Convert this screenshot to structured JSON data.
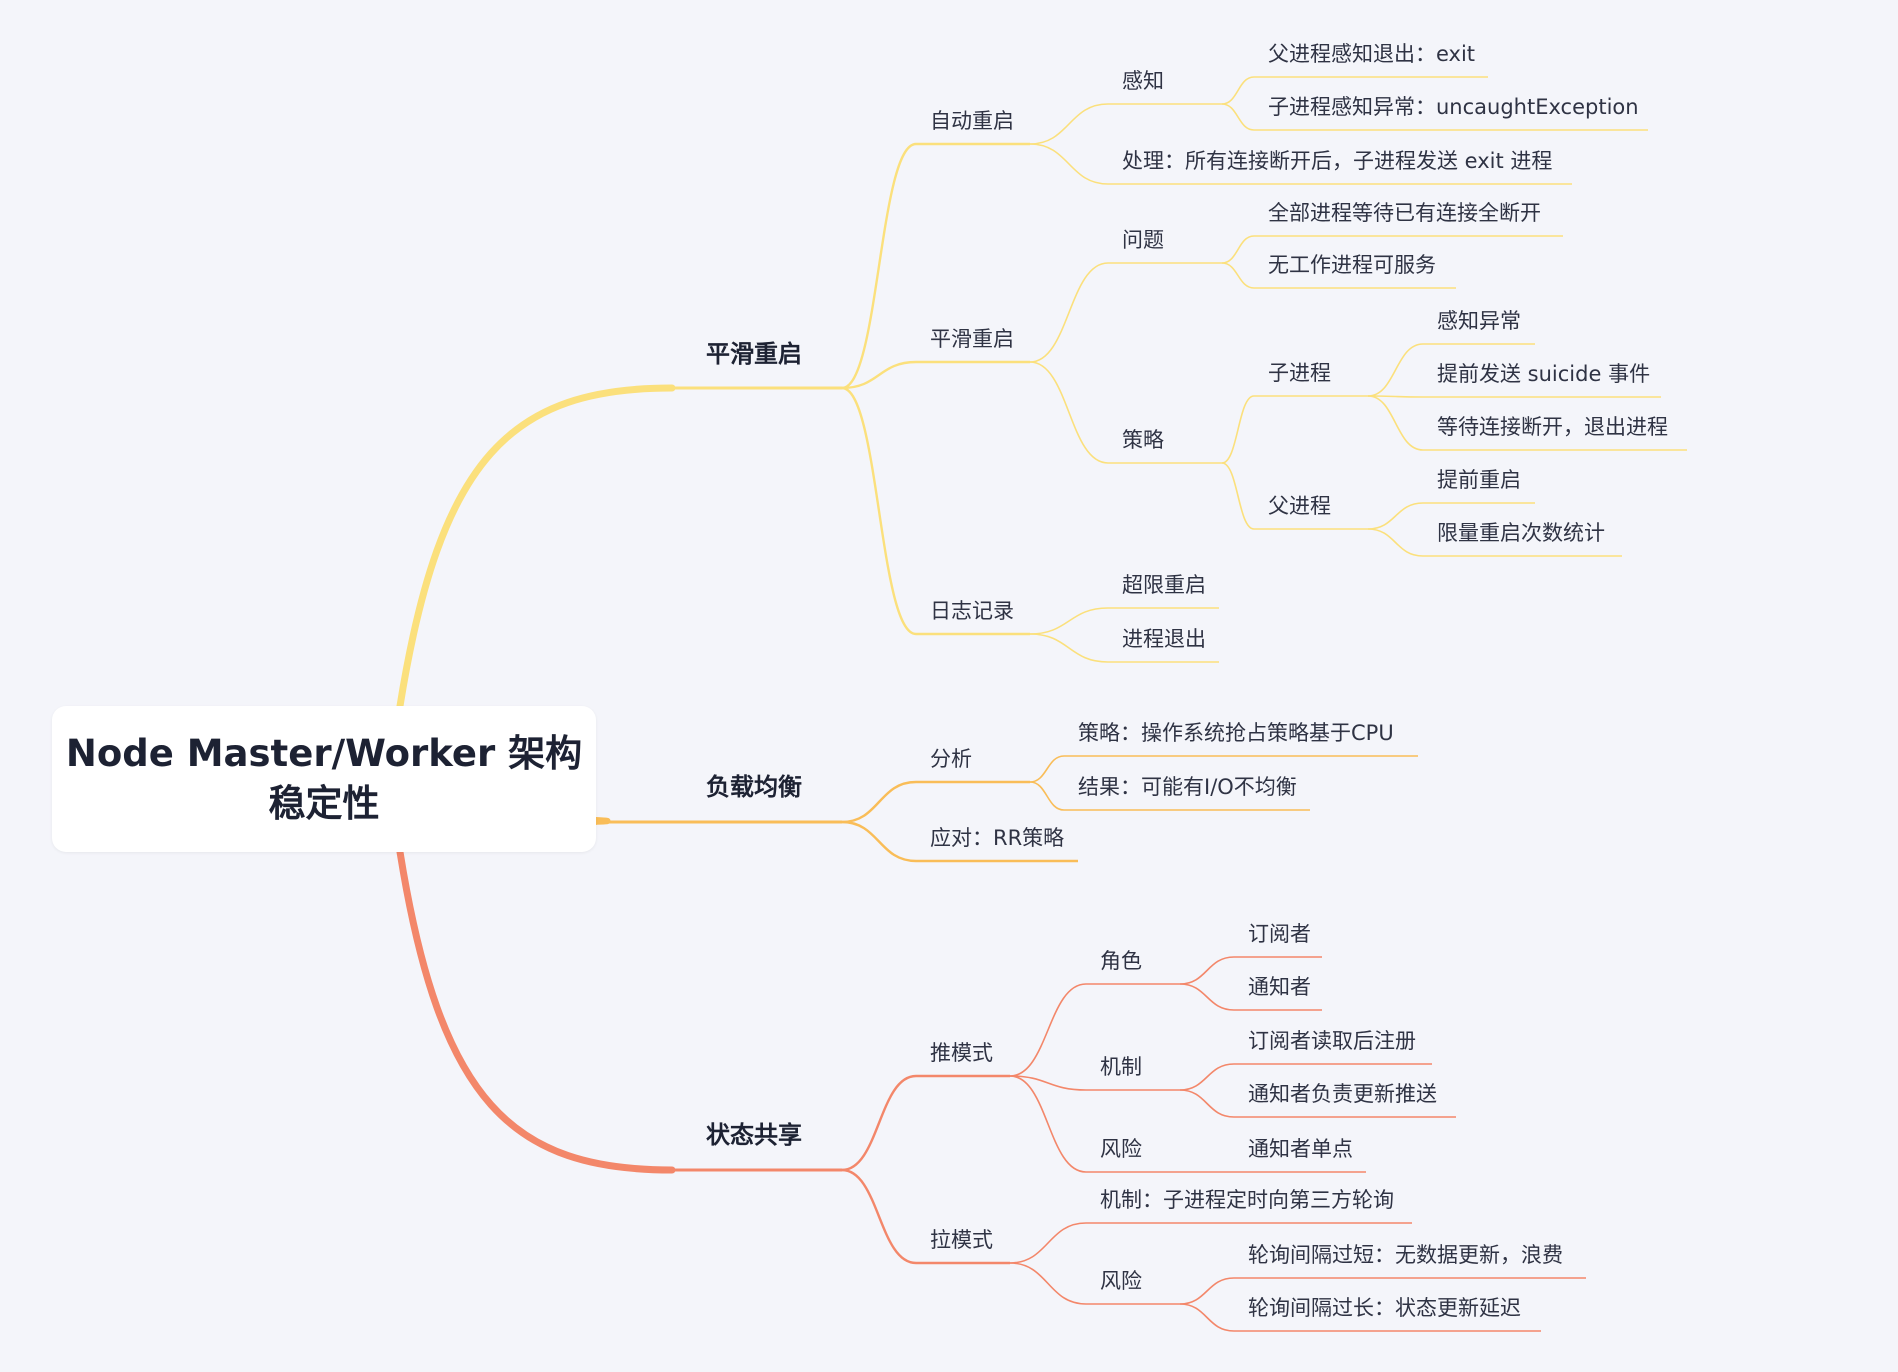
{
  "root": {
    "title": "Node Master/Worker 架构\n稳定性"
  },
  "colors": {
    "yellow": "#fbe07c",
    "orange": "#f9bd58",
    "coral": "#f3876a",
    "background": "#f4f5fa"
  },
  "branches": [
    {
      "label": "平滑重启",
      "color": "#fbe07c",
      "children": [
        {
          "label": "自动重启",
          "children": [
            {
              "label": "感知",
              "children": [
                {
                  "label": "父进程感知退出：exit"
                },
                {
                  "label": "子进程感知异常：uncaughtException"
                }
              ]
            },
            {
              "label": "处理：所有连接断开后，子进程发送 exit 进程"
            }
          ]
        },
        {
          "label": "平滑重启",
          "children": [
            {
              "label": "问题",
              "children": [
                {
                  "label": "全部进程等待已有连接全断开"
                },
                {
                  "label": "无工作进程可服务"
                }
              ]
            },
            {
              "label": "策略",
              "children": [
                {
                  "label": "子进程",
                  "children": [
                    {
                      "label": "感知异常"
                    },
                    {
                      "label": "提前发送 suicide 事件"
                    },
                    {
                      "label": "等待连接断开，退出进程"
                    }
                  ]
                },
                {
                  "label": "父进程",
                  "children": [
                    {
                      "label": "提前重启"
                    },
                    {
                      "label": "限量重启次数统计"
                    }
                  ]
                }
              ]
            }
          ]
        },
        {
          "label": "日志记录",
          "children": [
            {
              "label": "超限重启"
            },
            {
              "label": "进程退出"
            }
          ]
        }
      ]
    },
    {
      "label": "负载均衡",
      "color": "#f9bd58",
      "children": [
        {
          "label": "分析",
          "children": [
            {
              "label": "策略：操作系统抢占策略基于CPU"
            },
            {
              "label": "结果：可能有I/O不均衡"
            }
          ]
        },
        {
          "label": "应对：RR策略"
        }
      ]
    },
    {
      "label": "状态共享",
      "color": "#f3876a",
      "children": [
        {
          "label": "推模式",
          "children": [
            {
              "label": "角色",
              "children": [
                {
                  "label": "订阅者"
                },
                {
                  "label": "通知者"
                }
              ]
            },
            {
              "label": "机制",
              "children": [
                {
                  "label": "订阅者读取后注册"
                },
                {
                  "label": "通知者负责更新推送"
                }
              ]
            },
            {
              "label": "风险",
              "children": [
                {
                  "label": "通知者单点"
                }
              ]
            }
          ]
        },
        {
          "label": "拉模式",
          "children": [
            {
              "label": "机制：子进程定时向第三方轮询"
            },
            {
              "label": "风险",
              "children": [
                {
                  "label": "轮询间隔过短：无数据更新，浪费"
                },
                {
                  "label": "轮询间隔过长：状态更新延迟"
                }
              ]
            }
          ]
        }
      ]
    }
  ]
}
